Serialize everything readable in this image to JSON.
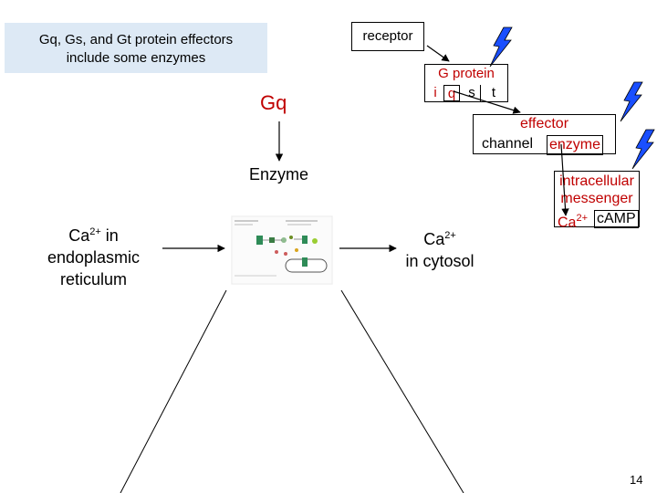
{
  "title_box": {
    "line1": "Gq, Gs, and Gt protein effectors",
    "line2": "include some enzymes"
  },
  "receptor": {
    "label": "receptor"
  },
  "g_protein": {
    "title": "G protein",
    "subunits": [
      "i",
      "q",
      "s",
      "t"
    ]
  },
  "effector": {
    "title": "effector",
    "options": [
      "channel",
      "enzyme"
    ]
  },
  "messenger": {
    "line1": "intracellular",
    "line2": "messenger",
    "options": [
      "Ca",
      "2+",
      "cAMP"
    ]
  },
  "gq_label": "Gq",
  "enzyme_label": "Enzyme",
  "er_label": {
    "ca": "Ca",
    "sup": "2+",
    "rest1": " in",
    "line2": "endoplasmic",
    "line3": "reticulum"
  },
  "cytosol_label": {
    "ca": "Ca",
    "sup": "2+",
    "line2": "in cytosol"
  },
  "page_number": "14",
  "colors": {
    "highlight": "#c00000",
    "title_bg": "#dde9f5",
    "bolt": "#1a4fff"
  }
}
